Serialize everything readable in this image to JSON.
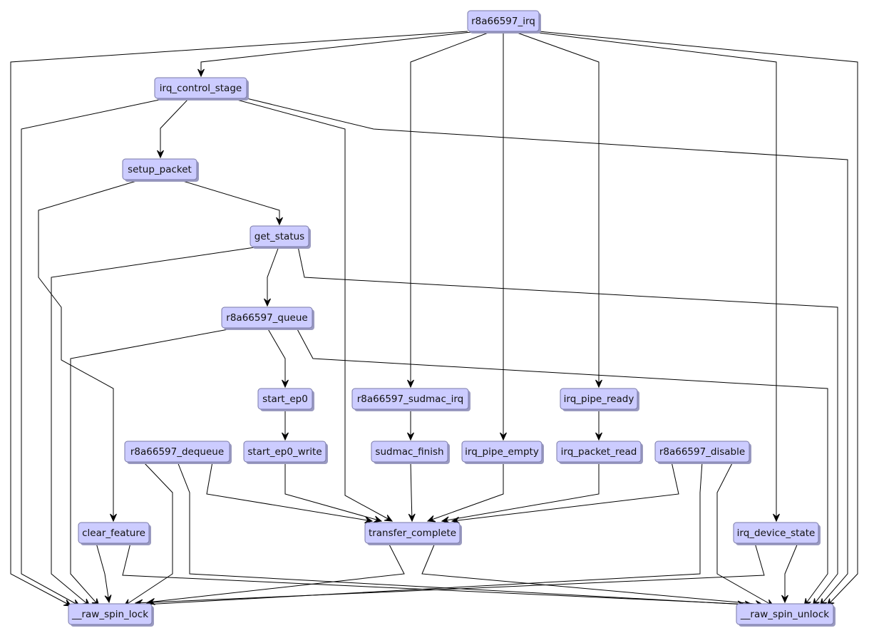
{
  "diagram": {
    "type": "call-graph",
    "colors": {
      "node_fill": "#ccccff",
      "node_border": "#7a7aa8",
      "edge": "#000000",
      "background": "#ffffff"
    },
    "nodes": [
      {
        "id": "r8a66597_irq",
        "label": "r8a66597_irq"
      },
      {
        "id": "irq_control_stage",
        "label": "irq_control_stage"
      },
      {
        "id": "setup_packet",
        "label": "setup_packet"
      },
      {
        "id": "get_status",
        "label": "get_status"
      },
      {
        "id": "r8a66597_queue",
        "label": "r8a66597_queue"
      },
      {
        "id": "start_ep0",
        "label": "start_ep0"
      },
      {
        "id": "r8a66597_sudmac_irq",
        "label": "r8a66597_sudmac_irq"
      },
      {
        "id": "irq_pipe_ready",
        "label": "irq_pipe_ready"
      },
      {
        "id": "r8a66597_dequeue",
        "label": "r8a66597_dequeue"
      },
      {
        "id": "start_ep0_write",
        "label": "start_ep0_write"
      },
      {
        "id": "sudmac_finish",
        "label": "sudmac_finish"
      },
      {
        "id": "irq_pipe_empty",
        "label": "irq_pipe_empty"
      },
      {
        "id": "irq_packet_read",
        "label": "irq_packet_read"
      },
      {
        "id": "r8a66597_disable",
        "label": "r8a66597_disable"
      },
      {
        "id": "clear_feature",
        "label": "clear_feature"
      },
      {
        "id": "transfer_complete",
        "label": "transfer_complete"
      },
      {
        "id": "irq_device_state",
        "label": "irq_device_state"
      },
      {
        "id": "raw_spin_lock",
        "label": "__raw_spin_lock"
      },
      {
        "id": "raw_spin_unlock",
        "label": "__raw_spin_unlock"
      }
    ],
    "edges": [
      {
        "from": "r8a66597_irq",
        "to": "raw_spin_lock"
      },
      {
        "from": "r8a66597_irq",
        "to": "irq_control_stage"
      },
      {
        "from": "r8a66597_irq",
        "to": "r8a66597_sudmac_irq"
      },
      {
        "from": "r8a66597_irq",
        "to": "irq_pipe_empty"
      },
      {
        "from": "r8a66597_irq",
        "to": "irq_pipe_ready"
      },
      {
        "from": "r8a66597_irq",
        "to": "irq_device_state"
      },
      {
        "from": "r8a66597_irq",
        "to": "raw_spin_unlock"
      },
      {
        "from": "irq_control_stage",
        "to": "raw_spin_lock"
      },
      {
        "from": "irq_control_stage",
        "to": "setup_packet"
      },
      {
        "from": "irq_control_stage",
        "to": "transfer_complete"
      },
      {
        "from": "irq_control_stage",
        "to": "raw_spin_unlock"
      },
      {
        "from": "setup_packet",
        "to": "clear_feature"
      },
      {
        "from": "setup_packet",
        "to": "get_status"
      },
      {
        "from": "get_status",
        "to": "raw_spin_lock"
      },
      {
        "from": "get_status",
        "to": "r8a66597_queue"
      },
      {
        "from": "get_status",
        "to": "raw_spin_unlock"
      },
      {
        "from": "r8a66597_queue",
        "to": "raw_spin_lock"
      },
      {
        "from": "r8a66597_queue",
        "to": "start_ep0"
      },
      {
        "from": "r8a66597_queue",
        "to": "raw_spin_unlock"
      },
      {
        "from": "start_ep0",
        "to": "start_ep0_write"
      },
      {
        "from": "r8a66597_sudmac_irq",
        "to": "sudmac_finish"
      },
      {
        "from": "irq_pipe_ready",
        "to": "irq_packet_read"
      },
      {
        "from": "r8a66597_dequeue",
        "to": "raw_spin_lock"
      },
      {
        "from": "r8a66597_dequeue",
        "to": "raw_spin_unlock"
      },
      {
        "from": "r8a66597_dequeue",
        "to": "transfer_complete"
      },
      {
        "from": "start_ep0_write",
        "to": "transfer_complete"
      },
      {
        "from": "sudmac_finish",
        "to": "transfer_complete"
      },
      {
        "from": "irq_pipe_empty",
        "to": "transfer_complete"
      },
      {
        "from": "irq_packet_read",
        "to": "transfer_complete"
      },
      {
        "from": "r8a66597_disable",
        "to": "transfer_complete"
      },
      {
        "from": "r8a66597_disable",
        "to": "raw_spin_lock"
      },
      {
        "from": "r8a66597_disable",
        "to": "raw_spin_unlock"
      },
      {
        "from": "clear_feature",
        "to": "raw_spin_lock"
      },
      {
        "from": "clear_feature",
        "to": "raw_spin_unlock"
      },
      {
        "from": "transfer_complete",
        "to": "raw_spin_lock"
      },
      {
        "from": "transfer_complete",
        "to": "raw_spin_unlock"
      },
      {
        "from": "irq_device_state",
        "to": "raw_spin_lock"
      },
      {
        "from": "irq_device_state",
        "to": "raw_spin_unlock"
      }
    ]
  }
}
